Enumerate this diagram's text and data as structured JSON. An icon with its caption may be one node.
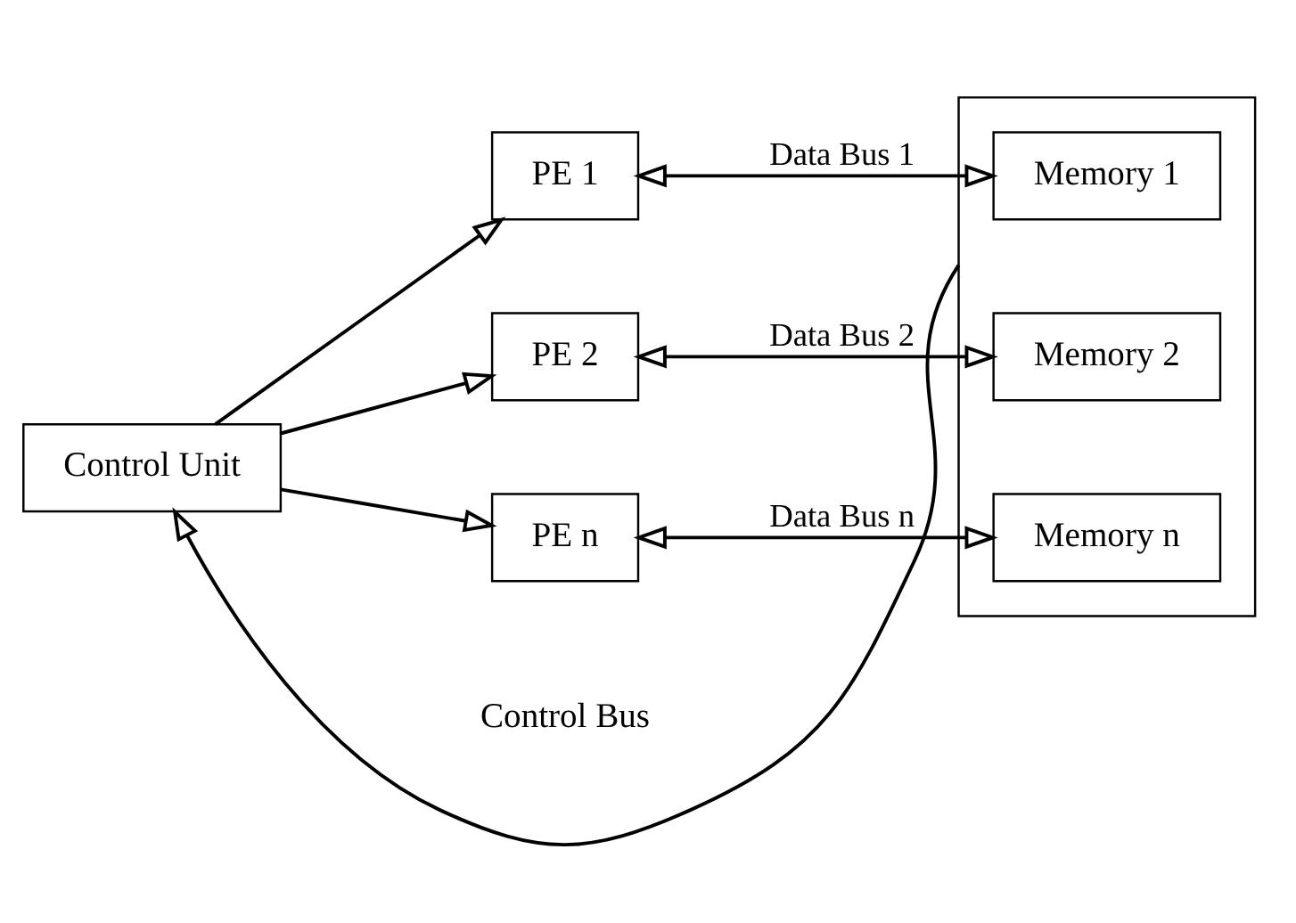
{
  "diagram": {
    "nodes": [
      {
        "text": [
          "Control Unit"
        ]
      },
      {
        "text": [
          "PE 1"
        ]
      },
      {
        "text": [
          "PE 2"
        ]
      },
      {
        "text": [
          "PE n"
        ]
      },
      {
        "text": [],
        "shape": "box"
      },
      {
        "text": [
          "Memory 1"
        ],
        "in": 4
      },
      {
        "text": [
          "Memory 2"
        ],
        "in": 4
      },
      {
        "text": [
          "Memory n"
        ],
        "in": 4
      }
    ],
    "edges": [
      {
        "from": 0,
        "to": 1,
        "arrow": "to"
      },
      {
        "from": 0,
        "to": 2,
        "arrow": "to"
      },
      {
        "from": 0,
        "to": 3,
        "arrow": "to"
      },
      {
        "from": 1,
        "to": 5,
        "arrow": "both",
        "label": "Data Bus 1"
      },
      {
        "from": 2,
        "to": 6,
        "arrow": "both",
        "label": "Data Bus 2"
      },
      {
        "from": 3,
        "to": 7,
        "arrow": "both",
        "label": "Data Bus n"
      },
      {
        "from": 4,
        "to": 0,
        "arrow": "to"
      }
    ],
    "labels": [
      "Control Bus"
    ]
  }
}
